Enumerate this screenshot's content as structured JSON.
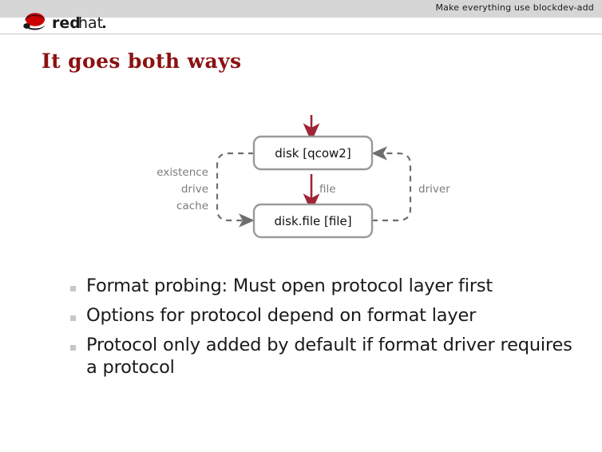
{
  "header": {
    "title": "Make everything use blockdev-add",
    "band_color": "#d6d6d6"
  },
  "logo": {
    "name": "redhat-logo",
    "word_bold": "red",
    "word_light": "hat",
    "mark_color": "#cc0000",
    "text_color": "#1a1a1a"
  },
  "slide": {
    "title": "It goes both ways",
    "title_color": "#8c1111"
  },
  "diagram": {
    "type": "flow",
    "box_stroke": "#9a9a9a",
    "box_fill": "#ffffff",
    "arrow_color": "#9e2436",
    "dashed_color": "#6e6e6e",
    "label_color": "#7c7c7c",
    "nodes": [
      {
        "id": "disk",
        "label": "disk [qcow2]"
      },
      {
        "id": "diskfile",
        "label": "disk.file [file]"
      }
    ],
    "edges": [
      {
        "id": "top-in",
        "label": "",
        "style": "solid",
        "color": "#9e2436"
      },
      {
        "id": "disk-to-file",
        "label": "file",
        "style": "solid",
        "color": "#9e2436"
      },
      {
        "id": "left-loop",
        "label": "",
        "style": "dashed",
        "from": "disk",
        "to": "diskfile"
      },
      {
        "id": "right-loop",
        "label": "driver",
        "style": "dashed",
        "from": "diskfile",
        "to": "disk"
      }
    ],
    "left_labels": [
      "existence",
      "drive",
      "cache"
    ],
    "right_label": "driver",
    "middle_label": "file"
  },
  "bullets": [
    {
      "text": "Format probing: Must open protocol layer first"
    },
    {
      "text": "Options for protocol depend on format layer"
    },
    {
      "text": "Protocol only added by default if format driver requires a protocol"
    }
  ]
}
